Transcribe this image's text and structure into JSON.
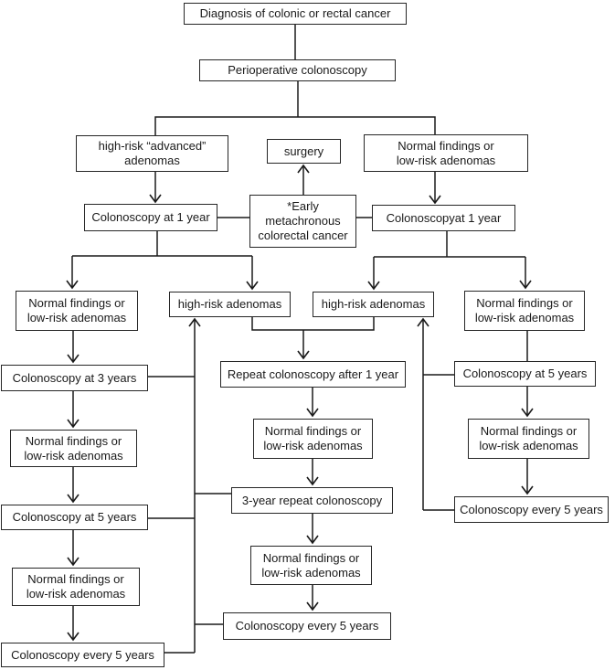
{
  "figure": {
    "type": "flowchart",
    "line_color": "#1a1a1a",
    "box_background": "#ffffff",
    "nodes": {
      "diagnosis": {
        "label": "Diagnosis of colonic or rectal cancer"
      },
      "perioperative": {
        "label": "Perioperative colonoscopy"
      },
      "advanced_adenomas": {
        "label": "high-risk “advanced”\nadenomas"
      },
      "surgery": {
        "label": "surgery"
      },
      "normal_top_right": {
        "label": "Normal findings or\nlow-risk adenomas"
      },
      "colonoscopy_1yr_left": {
        "label": "Colonoscopy at 1 year"
      },
      "early_metachronous": {
        "label": "*Early\nmetachronous\ncolorectal cancer"
      },
      "colonoscopy_1yr_right": {
        "label": "Colonoscopyat 1 year"
      },
      "normal_left_1": {
        "label": "Normal findings or\nlow-risk adenomas"
      },
      "high_risk_1": {
        "label": "high-risk adenomas"
      },
      "high_risk_2": {
        "label": "high-risk adenomas"
      },
      "normal_right_1": {
        "label": "Normal findings or\nlow-risk adenomas"
      },
      "colonoscopy_3yr": {
        "label": "Colonoscopy at 3 years"
      },
      "repeat_after_1yr": {
        "label": "Repeat colonoscopy after 1 year"
      },
      "colonoscopy_5yr_right": {
        "label": "Colonoscopy at 5 years"
      },
      "normal_left_2": {
        "label": "Normal findings or\nlow-risk adenomas"
      },
      "normal_mid_1": {
        "label": "Normal findings or\nlow-risk adenomas"
      },
      "normal_right_2": {
        "label": "Normal findings or\nlow-risk adenomas"
      },
      "colonoscopy_5yr_left": {
        "label": "Colonoscopy at 5 years"
      },
      "repeat_3yr": {
        "label": "3-year repeat colonoscopy"
      },
      "every_5yr_right": {
        "label": "Colonoscopy every 5 years"
      },
      "normal_left_3": {
        "label": "Normal findings or\nlow-risk adenomas"
      },
      "normal_mid_2": {
        "label": "Normal findings or\nlow-risk adenomas"
      },
      "every_5yr_left": {
        "label": "Colonoscopy every 5 years"
      },
      "every_5yr_mid": {
        "label": "Colonoscopy every 5 years"
      }
    }
  }
}
